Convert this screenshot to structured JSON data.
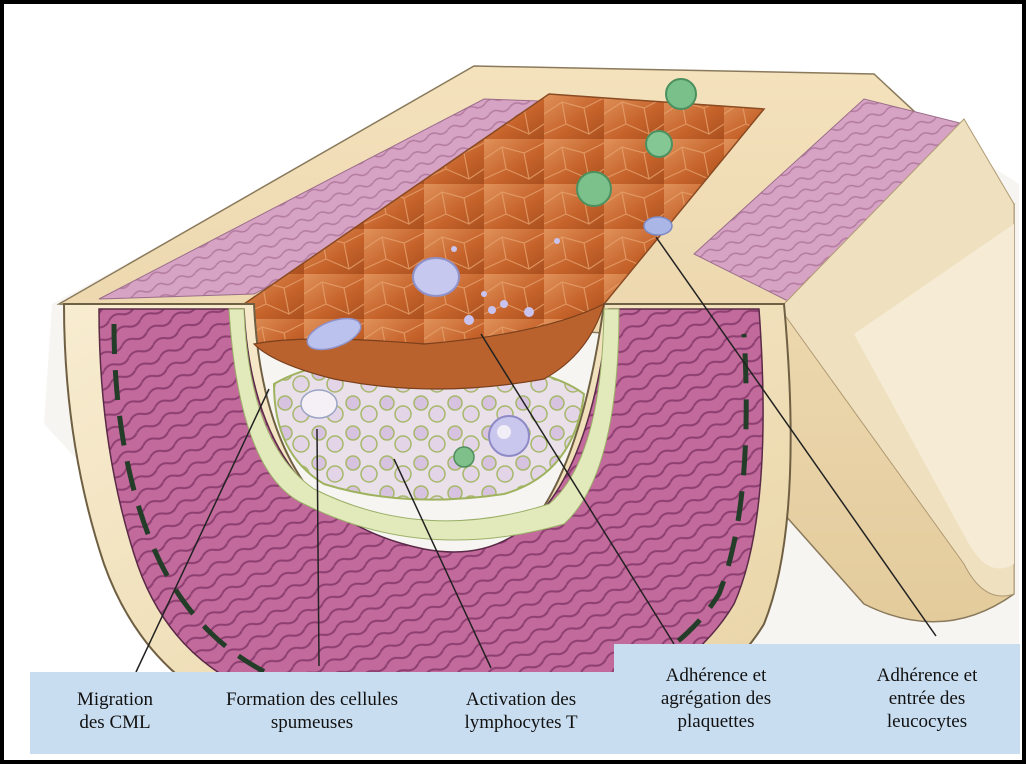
{
  "labels": [
    {
      "id": "cml",
      "lines": [
        "Migration",
        "des CML"
      ]
    },
    {
      "id": "spumeuses",
      "lines": [
        "Formation des cellules",
        "spumeuses"
      ]
    },
    {
      "id": "lymphocytes",
      "lines": [
        "Activation des",
        "lymphocytes T"
      ]
    },
    {
      "id": "plaquettes",
      "lines": [
        "Adhérence et",
        "agrégation des",
        "plaquettes"
      ]
    },
    {
      "id": "leucocytes",
      "lines": [
        "Adhérence et",
        "entrée des",
        "leucocytes"
      ]
    }
  ],
  "colors": {
    "frame": "#000000",
    "label_panel": "#c9ddf0",
    "adventitia": "#f3e3bd",
    "media_muscle": "#b4578f",
    "media_light": "#d9a6c6",
    "intima_green": "#dfe8bd",
    "lumen_surface": "#c9672e",
    "foam_cells": "#e6ddea",
    "leukocytes": "#7fc08a",
    "platelets": "#b9c2ea",
    "pointer_line": "#222222"
  }
}
